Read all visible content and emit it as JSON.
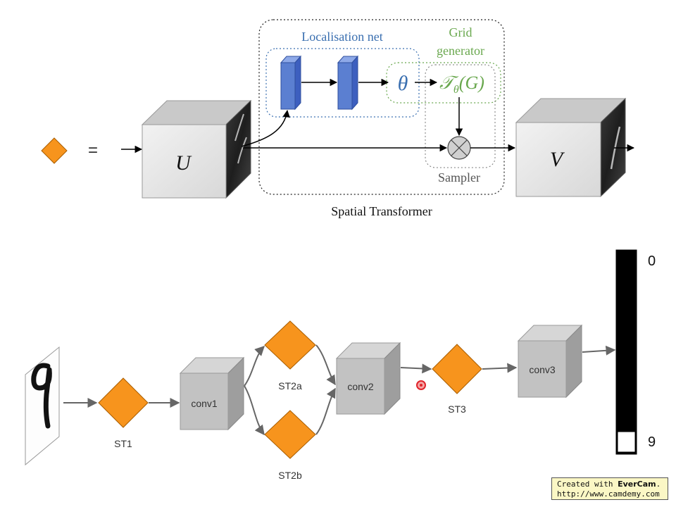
{
  "top": {
    "legend_equals": "=",
    "input_label": "U",
    "output_label": "V",
    "localisation_label": "Localisation net",
    "grid_label_line1": "Grid",
    "grid_label_line2": "generator",
    "theta_label": "θ",
    "transform_label": "𝒯",
    "transform_sub": "θ",
    "transform_arg": "(G)",
    "sampler_label": "Sampler",
    "caption": "Spatial Transformer"
  },
  "bottom": {
    "nodes": {
      "st1": "ST1",
      "conv1": "conv1",
      "st2a": "ST2a",
      "st2b": "ST2b",
      "conv2": "conv2",
      "st3": "ST3",
      "conv3": "conv3"
    },
    "input_digit": "9",
    "output_top": "0",
    "output_bottom": "9"
  },
  "watermark": {
    "prefix": "Created with ",
    "brand": "EverCam",
    "suffix": ".",
    "url": "http://www.camdemy.com"
  },
  "colors": {
    "diamond": "#f7941d",
    "local_box": "#5b7fd1",
    "local_text": "#3a6fb0",
    "grid_text": "#6aa84f",
    "cube_front": "#e8e8e8",
    "small_cube": "#bdbdbd",
    "cursor": "#e0242b"
  }
}
